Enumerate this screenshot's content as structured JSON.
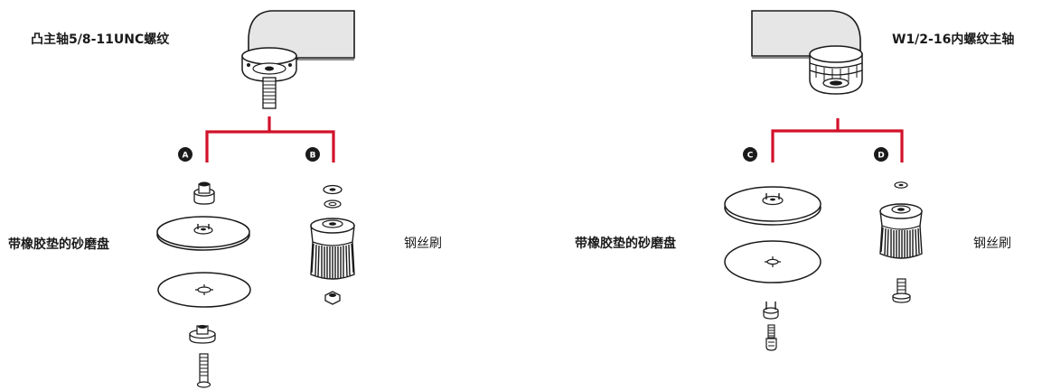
{
  "left": {
    "spindle_label": "凸主轴5/8-11UNC螺纹",
    "pad_label": "带橡胶垫的砂磨盘",
    "brush_label": "钢丝刷",
    "badge_a": "A",
    "badge_b": "B"
  },
  "right": {
    "spindle_label": "W1/2-16内螺纹主轴",
    "pad_label": "带橡胶垫的砂磨盘",
    "brush_label": "钢丝刷",
    "badge_c": "C",
    "badge_d": "D"
  },
  "colors": {
    "bracket": "#d2112a",
    "line": "#1a1a1a",
    "housing": "#e6e6e6",
    "badge": "#1a1a1a"
  }
}
